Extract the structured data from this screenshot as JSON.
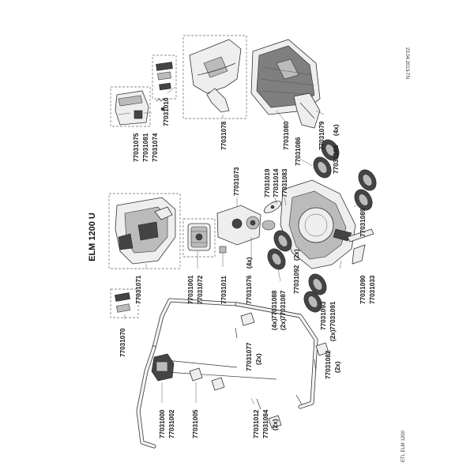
{
  "document": {
    "title": "ELM 1200 U",
    "date_code": "23.04.2013-TN",
    "footer_ref": "ETL ELM 1200"
  },
  "parts": {
    "p77031075": "77031075",
    "p77031081": "77031081",
    "p77031074": "77031074",
    "p77031010": "77031010",
    "p77031078": "77031078",
    "p77031080": "77031080",
    "p77031079": "77031079",
    "p77031086": "77031086",
    "p77031085": "77031085",
    "p77031085_qty": "(4x)",
    "p77031073": "77031073",
    "p77031019": "77031019",
    "p77031014": "77031014",
    "p77031083": "77031083",
    "p77031089": "77031089",
    "p77031071": "77031071",
    "p77031001": "77031001",
    "p77031072": "77031072",
    "p77031011": "77031011",
    "p77031076": "77031076",
    "p77031076_qty": "(4x)",
    "p77031088": "77031088",
    "p77031088_qty": "(4x)",
    "p77031087": "77031087",
    "p77031087_qty": "(2x)",
    "p77031092": "77031092",
    "p77031092_qty": "(2x)",
    "p77031093": "77031093",
    "p77031091": "77031091",
    "p77031091_qty": "(2x)",
    "p77031090": "77031090",
    "p77031033": "77031033",
    "p77031070": "77031070",
    "p77031077": "77031077",
    "p77031077_qty": "(2x)",
    "p77031082": "77031082",
    "p77031082_qty": "(2x)",
    "p77031000": "77031000",
    "p77031002": "77031002",
    "p77031005": "77031005",
    "p77031012": "77031012",
    "p77031084": "77031084",
    "p77031084_qty": "(2x)"
  }
}
